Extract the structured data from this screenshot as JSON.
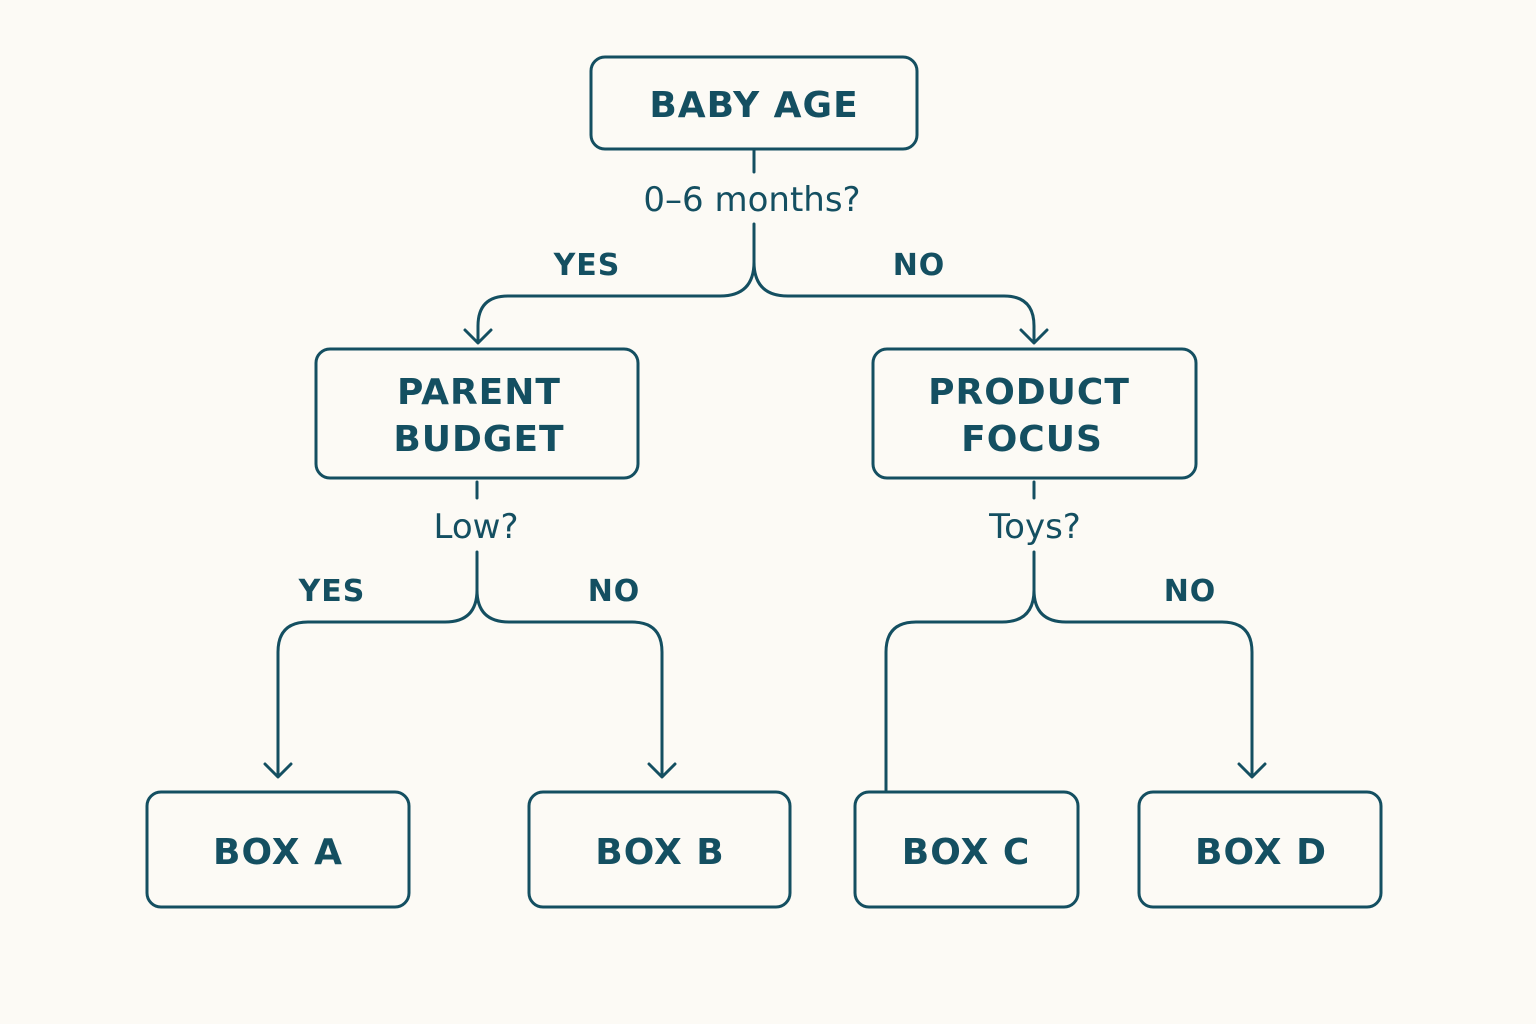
{
  "colors": {
    "background": "#fcfaf5",
    "ink": "#144f61"
  },
  "nodes": {
    "root": {
      "label": "BABY AGE"
    },
    "left": {
      "line1": "PARENT",
      "line2": "BUDGET"
    },
    "right": {
      "line1": "PRODUCT",
      "line2": "FOCUS"
    },
    "leaf_a": {
      "label": "BOX A"
    },
    "leaf_b": {
      "label": "BOX B"
    },
    "leaf_c": {
      "label": "BOX C"
    },
    "leaf_d": {
      "label": "BOX D"
    }
  },
  "questions": {
    "root": "0–6 months?",
    "left": "Low?",
    "right": "Toys?"
  },
  "branches": {
    "root_yes": "YES",
    "root_no": "NO",
    "left_yes": "YES",
    "left_no": "NO",
    "right_no": "NO"
  }
}
